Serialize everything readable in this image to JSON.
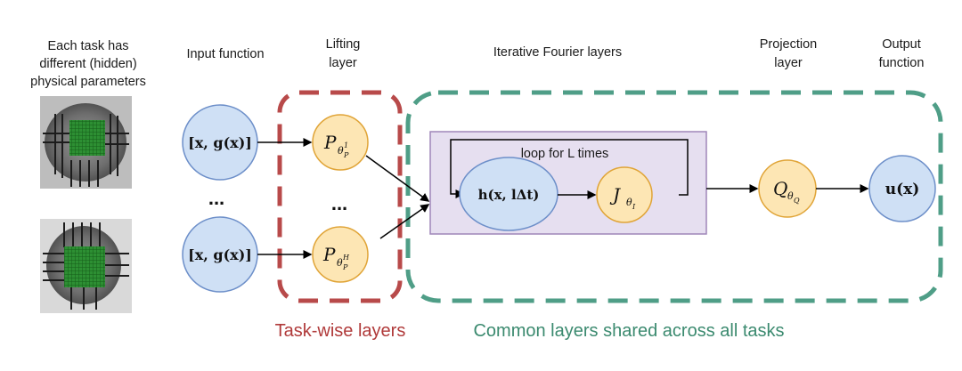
{
  "headers": {
    "task_params": [
      "Each task has",
      "different (hidden)",
      "physical parameters"
    ],
    "input": "Input function",
    "lifting": [
      "Lifting",
      "layer"
    ],
    "fourier": "Iterative Fourier layers",
    "projection": [
      "Projection",
      "layer"
    ],
    "output": [
      "Output",
      "function"
    ]
  },
  "input_nodes": {
    "top": "[x, g(x)]",
    "bottom": "[x, g(x)]",
    "ellipsis": "..."
  },
  "lifting_nodes": {
    "top_main": "P",
    "top_sub": "θ",
    "top_sup": "1",
    "top_sub2": "P",
    "bottom_main": "P",
    "bottom_sub": "θ",
    "bottom_sup": "H",
    "bottom_sub2": "P",
    "ellipsis": "..."
  },
  "fourier": {
    "loop_label": "loop for L times",
    "h_node": "h(x, lΔt)",
    "j_main": "J",
    "j_sub": "θ",
    "j_sub2": "I"
  },
  "projection_node": {
    "main": "Q",
    "sub": "θ",
    "sub2": "Q"
  },
  "output_node": "u(x)",
  "footer": {
    "task_wise": "Task-wise layers",
    "common": "Common layers shared across all tasks"
  },
  "colors": {
    "blue_fill": "#cfe0f5",
    "blue_stroke": "#6d8fc9",
    "orange_fill": "#fde6b4",
    "orange_stroke": "#e0a437",
    "red_dash": "#b84a4a",
    "green_dash": "#4f9e87",
    "purple_fill": "#e6dff0",
    "purple_stroke": "#9f86b9",
    "task_wise_text": "#b03a3a",
    "common_text": "#3b8a6f"
  }
}
